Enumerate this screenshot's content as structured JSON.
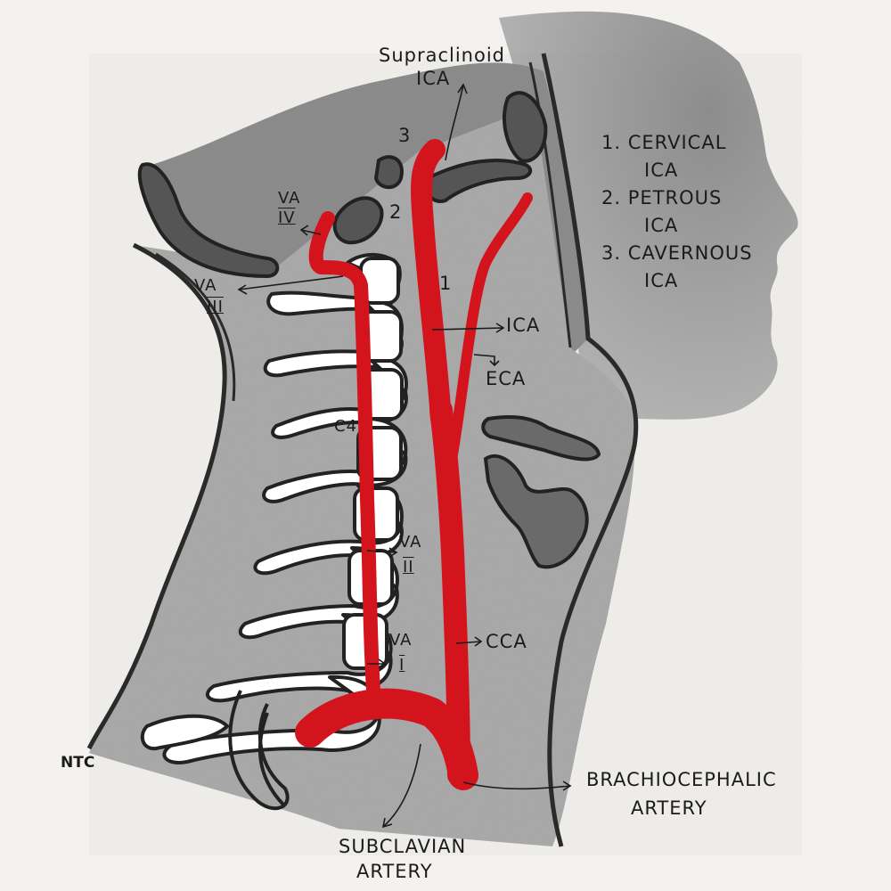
{
  "labels": {
    "supraclinoid": "Supraclinoid",
    "supraclinoid_ica": "ICA",
    "num3": "3",
    "num2": "2",
    "num1": "1",
    "va4": "VA",
    "va4_roman": "IV",
    "va3": "VA",
    "va3_roman": "III",
    "va2": "VA",
    "va2_roman": "II",
    "va1": "VA",
    "va1_roman": "I",
    "c4": "C4",
    "ica": "ICA",
    "eca": "ECA",
    "cca": "CCA",
    "subclavian_1": "SUBCLAVIAN",
    "subclavian_2": "ARTERY",
    "brachio_1": "BRACHIOCEPHALIC",
    "brachio_2": "ARTERY",
    "signature": "NTC"
  },
  "legend": [
    {
      "number": "1.",
      "line1": "CERVICAL",
      "line2": "ICA"
    },
    {
      "number": "2.",
      "line1": "PETROUS",
      "line2": "ICA"
    },
    {
      "number": "3.",
      "line1": "CAVERNOUS",
      "line2": "ICA"
    }
  ],
  "colors": {
    "artery": "#d4141d",
    "tissue": "#9a9a9a",
    "bone": "#ffffff",
    "outline": "#2a2a2a",
    "paper": "#f4f2ee"
  }
}
